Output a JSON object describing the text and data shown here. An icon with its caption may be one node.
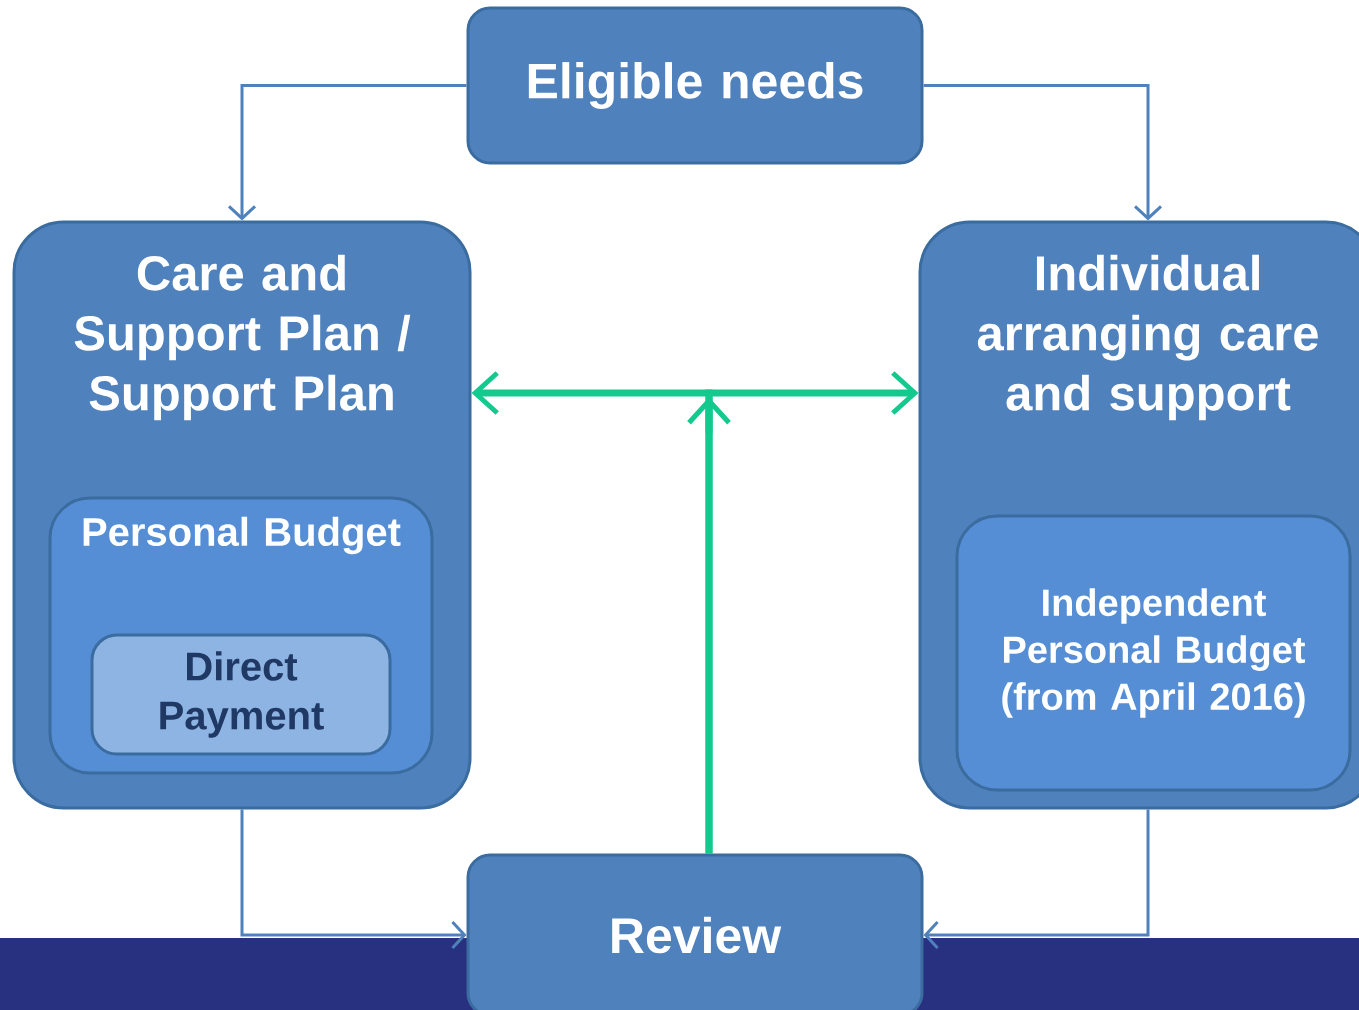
{
  "diagram": {
    "nodes": [
      {
        "text": [
          "Eligible needs"
        ]
      },
      {
        "text": [
          "Care and Support Plan / Support Plan"
        ]
      },
      {
        "text": [
          "Personal Budget"
        ],
        "in": 1
      },
      {
        "text": [
          "Direct Payment"
        ],
        "in": 2
      },
      {
        "text": [
          "Individual arranging care and support"
        ]
      },
      {
        "text": [
          "Independent Personal Budget (from April 2016)"
        ],
        "in": 4
      },
      {
        "text": [
          "Review"
        ]
      }
    ],
    "edges": [
      {
        "from": 0,
        "to": 1,
        "arrow": "to"
      },
      {
        "from": 0,
        "to": 4,
        "arrow": "to"
      },
      {
        "from": 1,
        "to": 6,
        "arrow": "to"
      },
      {
        "from": 4,
        "to": 6,
        "arrow": "to"
      },
      {
        "from": 6,
        "to": 1,
        "arrow": "to",
        "style": "thick",
        "color": "#14c98e"
      },
      {
        "from": 6,
        "to": 4,
        "arrow": "to",
        "style": "thick",
        "color": "#14c98e"
      }
    ]
  }
}
